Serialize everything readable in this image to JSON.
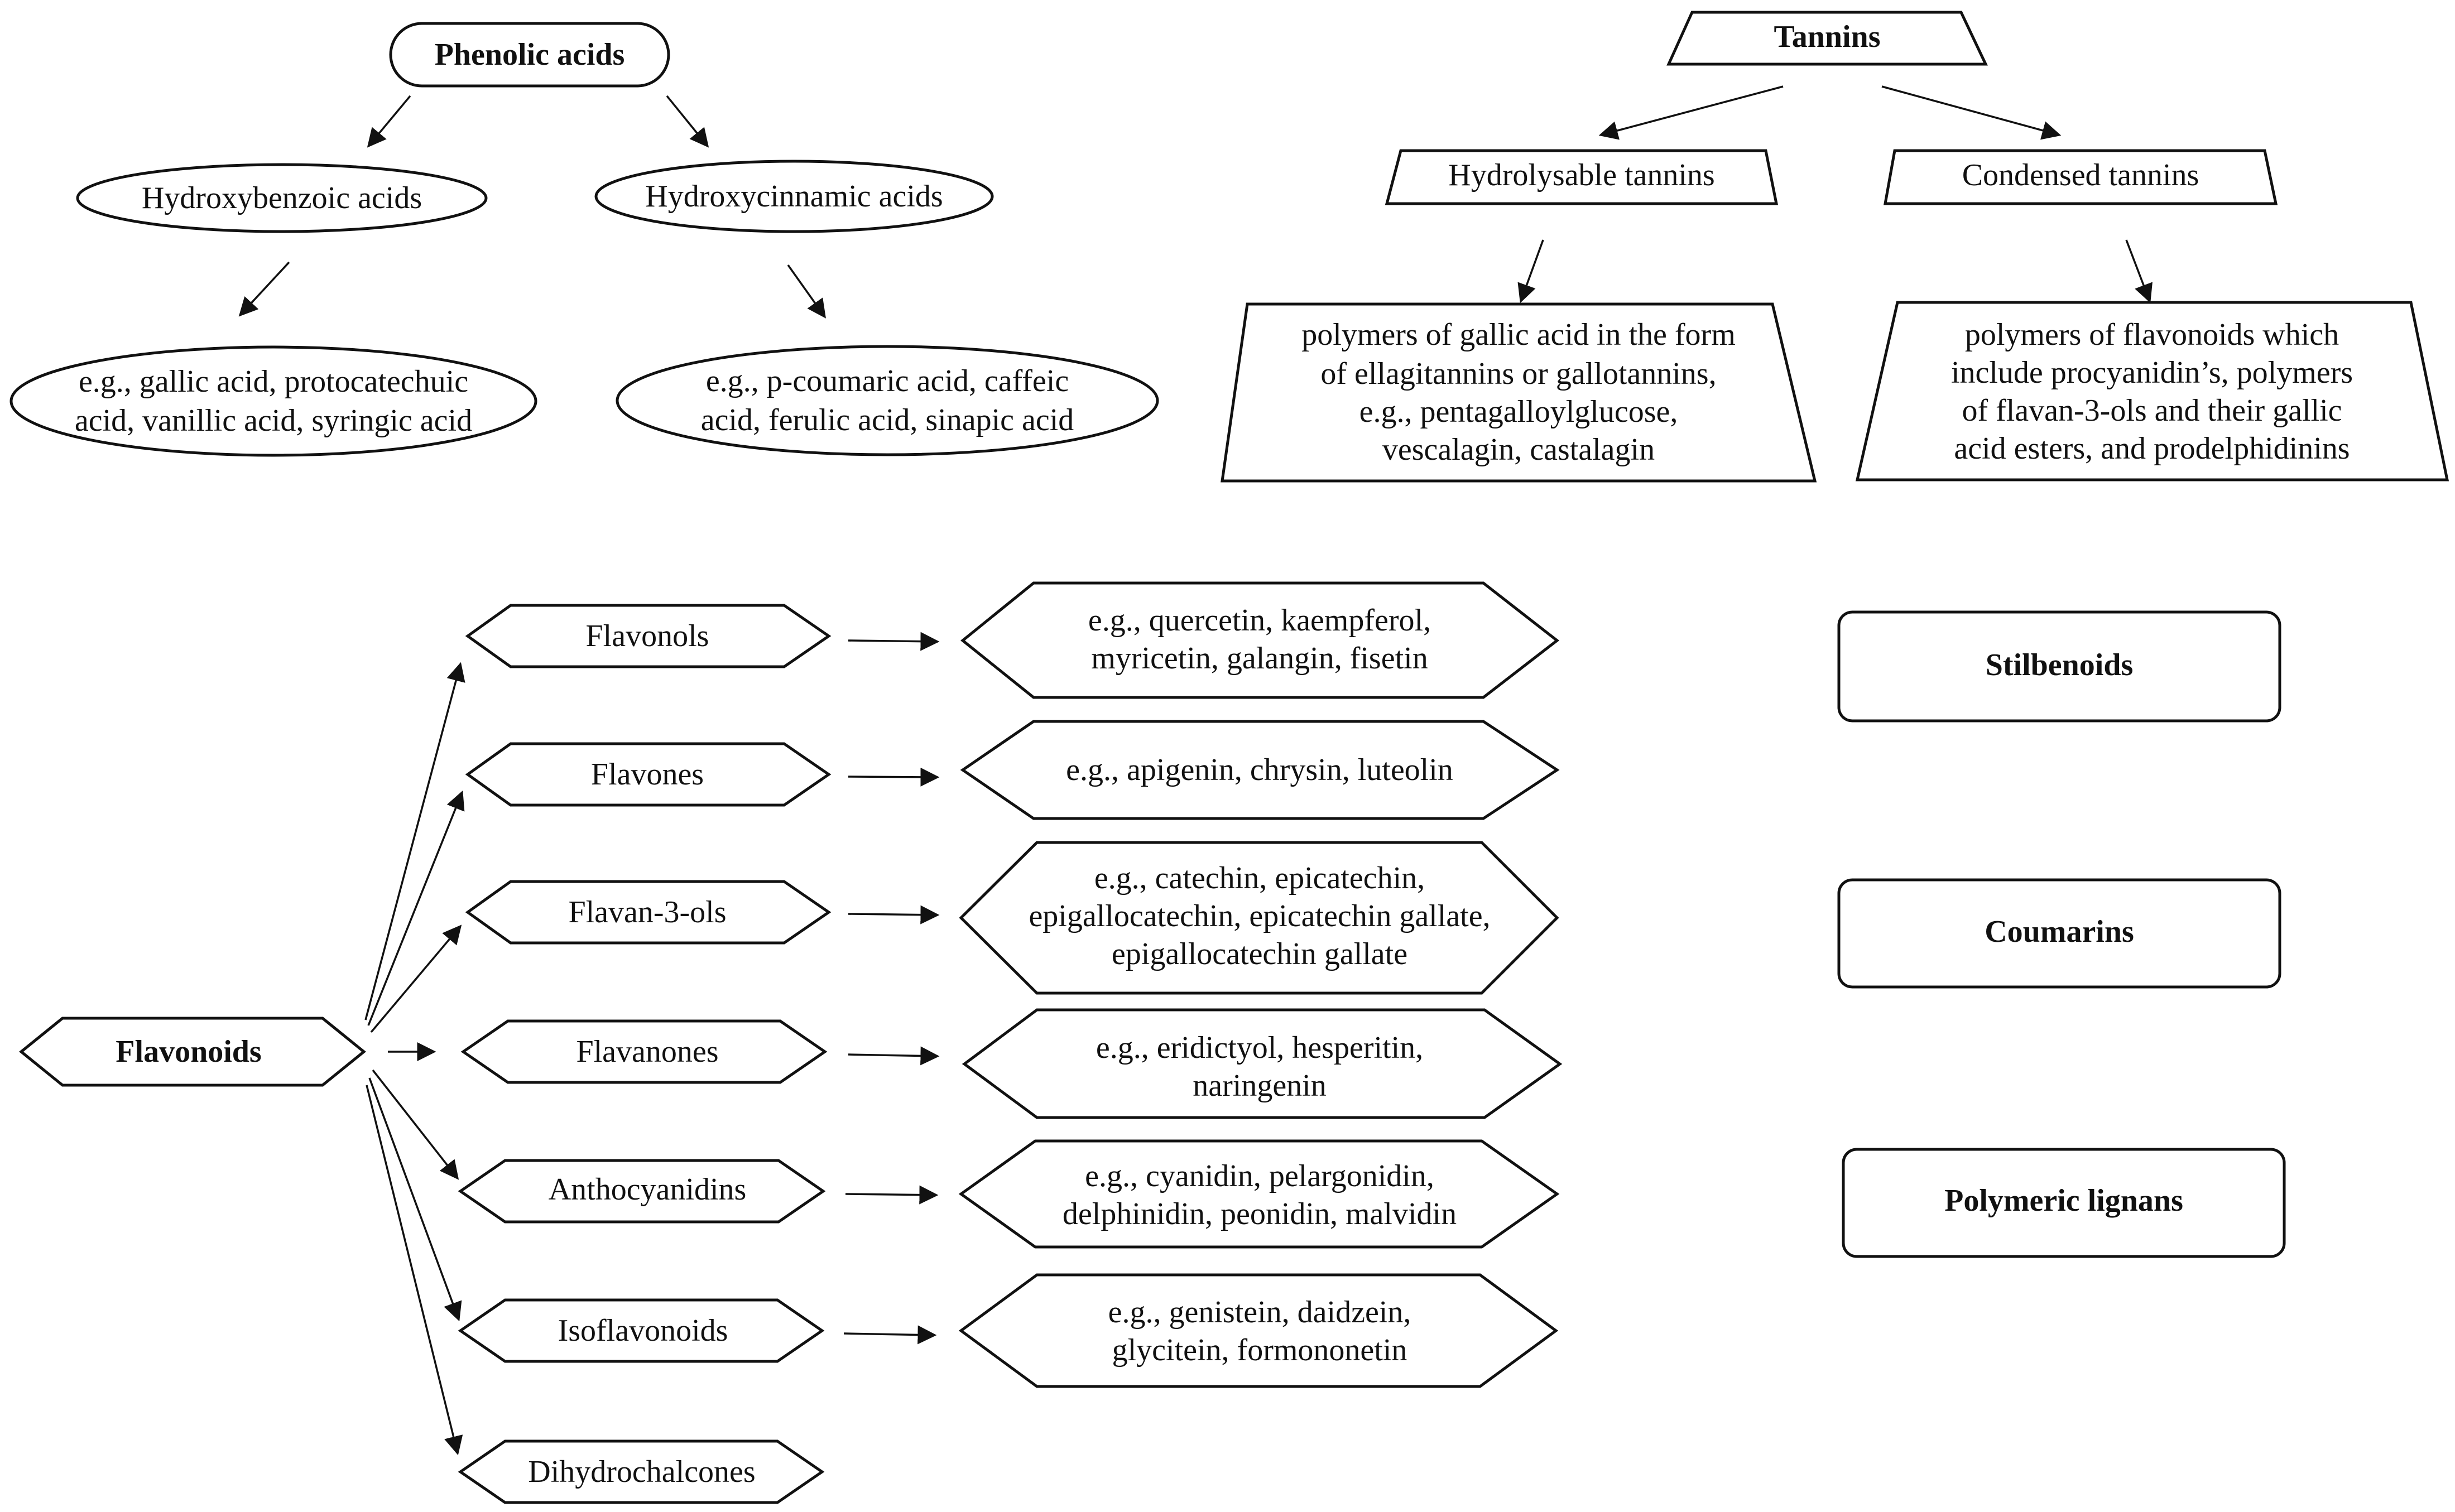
{
  "phenolic": {
    "title": "Phenolic acids",
    "hydroxybenzoic": "Hydroxybenzoic acids",
    "hydroxycinnamic": "Hydroxycinnamic acids",
    "hb_examples": [
      "e.g., gallic acid, protocatechuic",
      "acid, vanillic acid, syringic acid"
    ],
    "hc_examples": [
      "e.g., p-coumaric acid, caffeic",
      "acid, ferulic acid, sinapic acid"
    ]
  },
  "tannins": {
    "title": "Tannins",
    "hydrolysable": "Hydrolysable tannins",
    "condensed": "Condensed tannins",
    "hydrolysable_desc": [
      "polymers of gallic acid in the form",
      "of ellagitannins or gallotannins,",
      "e.g., pentagalloylglucose,",
      "vescalagin, castalagin"
    ],
    "condensed_desc": [
      "polymers of flavonoids which",
      "include procyanidin’s, polymers",
      "of flavan-3-ols and their gallic",
      "acid esters, and prodelphidinins"
    ]
  },
  "flavonoids": {
    "title": "Flavonoids",
    "classes": [
      {
        "name": "Flavonols",
        "examples": [
          "e.g., quercetin, kaempferol,",
          "myricetin, galangin, fisetin"
        ]
      },
      {
        "name": "Flavones",
        "examples": [
          "e.g., apigenin, chrysin, luteolin"
        ]
      },
      {
        "name": "Flavan-3-ols",
        "examples": [
          "e.g., catechin, epicatechin,",
          "epigallocatechin, epicatechin gallate,",
          "epigallocatechin gallate"
        ]
      },
      {
        "name": "Flavanones",
        "examples": [
          "e.g., eridictyol, hesperitin,",
          "naringenin"
        ]
      },
      {
        "name": "Anthocyanidins",
        "examples": [
          "e.g., cyanidin, pelargonidin,",
          "delphinidin, peonidin, malvidin"
        ]
      },
      {
        "name": "Isoflavonoids",
        "examples": [
          "e.g., genistein, daidzein,",
          "glycitein, formononetin"
        ]
      },
      {
        "name": "Dihydrochalcones",
        "examples": []
      }
    ]
  },
  "others": {
    "stilbenoids": "Stilbenoids",
    "coumarins": "Coumarins",
    "lignans": "Polymeric lignans"
  }
}
